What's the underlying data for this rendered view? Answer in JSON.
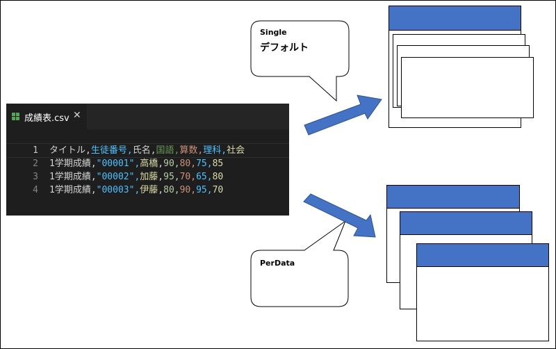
{
  "editor": {
    "tab_label": "成績表.csv",
    "tab_close": "✕",
    "lines": [
      {
        "number": "1",
        "tokens": [
          "タイトル",
          ",",
          "生徒番号",
          ",",
          "氏名",
          ",",
          "国語",
          ",",
          "算数",
          ",",
          "理科",
          ",",
          "社会"
        ]
      },
      {
        "number": "2",
        "tokens": [
          "1学期成績",
          ",",
          "\"00001\"",
          ",",
          "高橋",
          ",",
          "90",
          ",",
          "80",
          ",",
          "75",
          ",",
          "85"
        ]
      },
      {
        "number": "3",
        "tokens": [
          "1学期成績",
          ",",
          "\"00002\"",
          ",",
          "加藤",
          ",",
          "95",
          ",",
          "70",
          ",",
          "65",
          ",",
          "80"
        ]
      },
      {
        "number": "4",
        "tokens": [
          "1学期成績",
          ",",
          "\"00003\"",
          ",",
          "伊藤",
          ",",
          "80",
          ",",
          "90",
          ",",
          "95",
          ",",
          "70"
        ]
      }
    ]
  },
  "callouts": {
    "single": {
      "line1": "Single",
      "line2": "デフォルト"
    },
    "perdata": {
      "line1": "PerData"
    }
  },
  "colors": {
    "window_titlebar": "#4472c4",
    "arrow": "#4472c4",
    "editor_bg": "#1e1e1e"
  }
}
